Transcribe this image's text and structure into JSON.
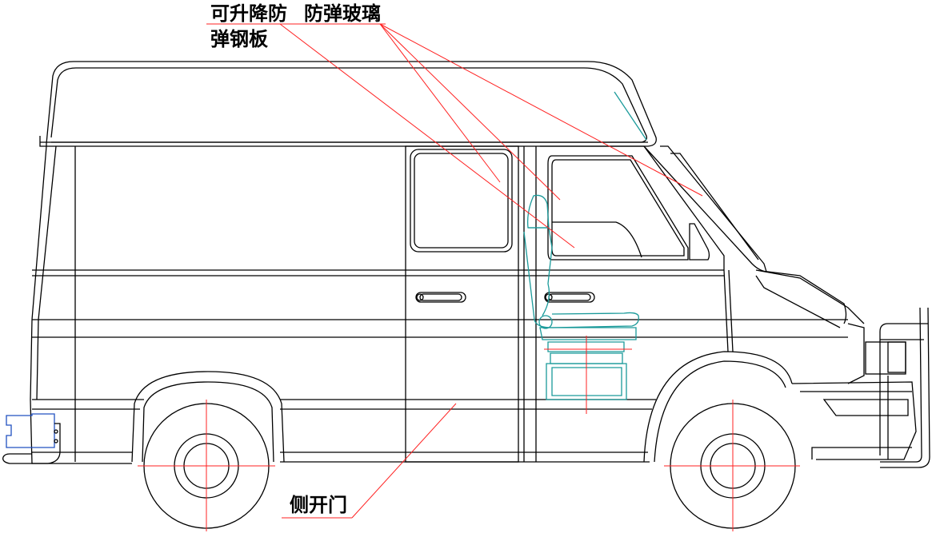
{
  "labels": {
    "lifting_plate_line1": "可升降防",
    "lifting_plate_line2": "弹钢板",
    "bulletproof_glass": "防弹玻璃",
    "side_door": "侧开门"
  },
  "colors": {
    "outline": "#000000",
    "leader_line": "#ff2020",
    "seat": "#1a9a9a",
    "rear_step": "#2050c0"
  }
}
